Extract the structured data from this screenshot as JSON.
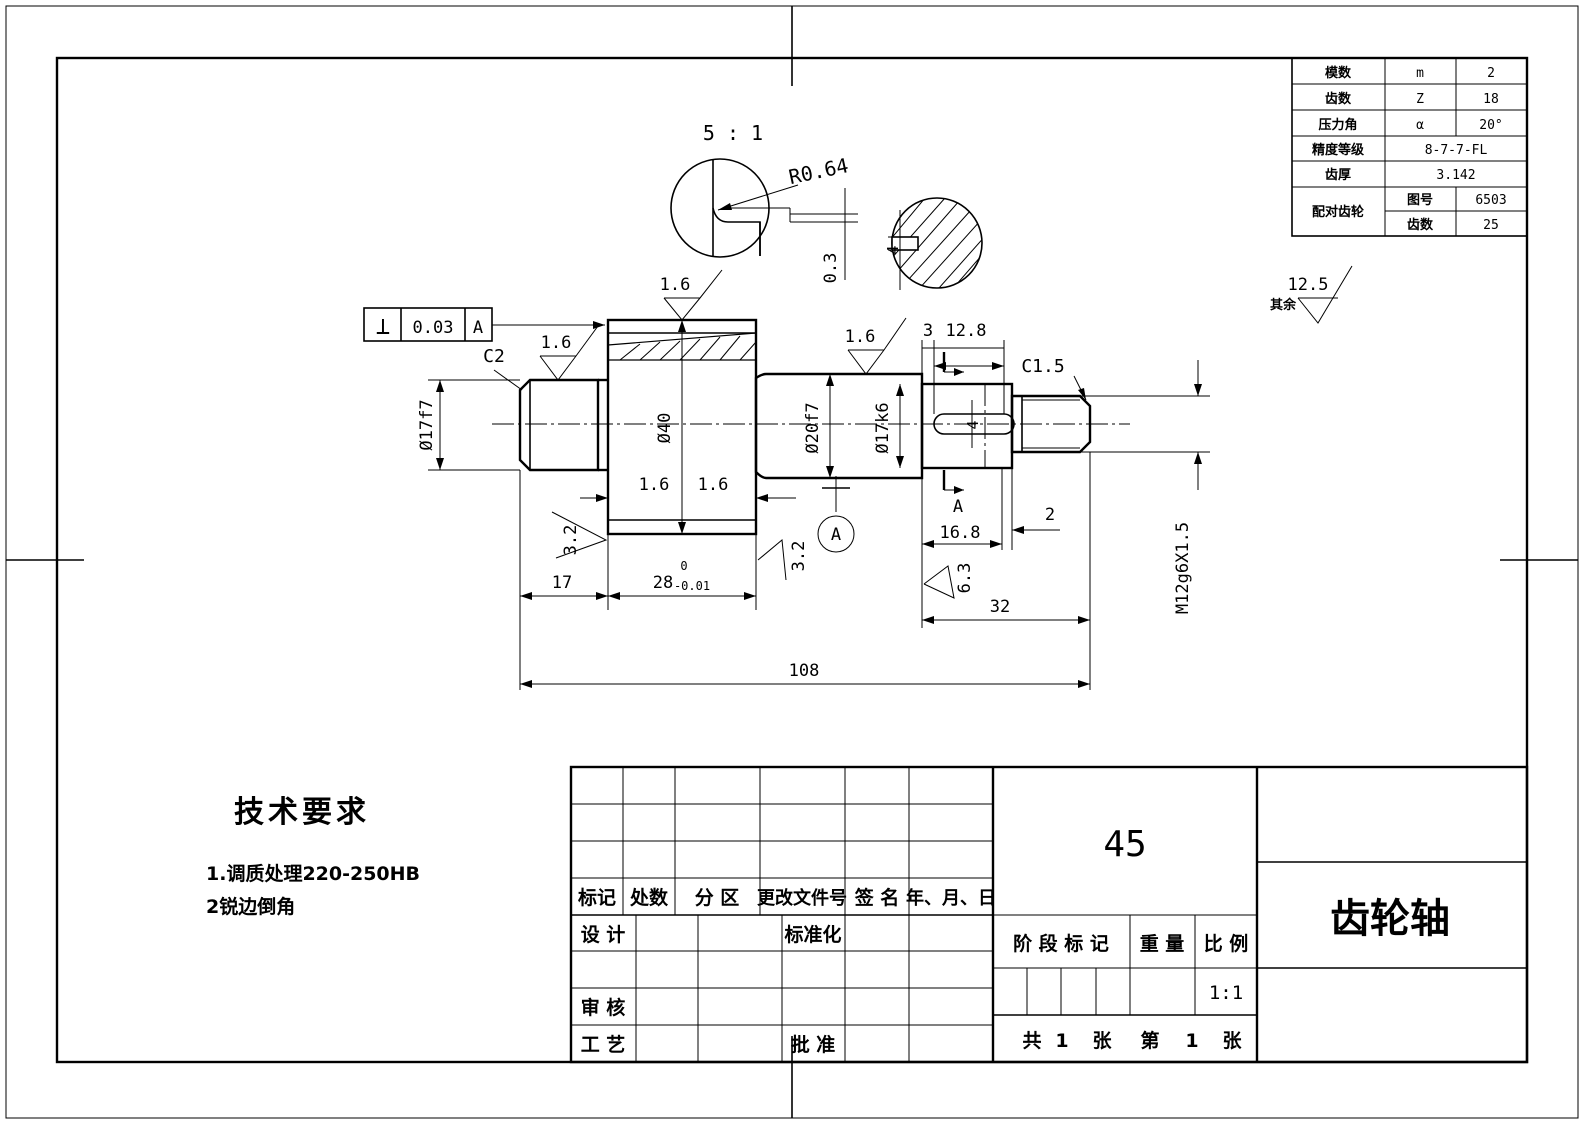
{
  "gear_params": {
    "rows": [
      {
        "name": "模数",
        "symbol": "m",
        "value": "2"
      },
      {
        "name": "齿数",
        "symbol": "Z",
        "value": "18"
      },
      {
        "name": "压力角",
        "symbol": "α",
        "value": "20°"
      },
      {
        "name": "精度等级",
        "value": "8-7-7-FL"
      },
      {
        "name": "齿厚",
        "value": "3.142"
      }
    ],
    "mating": {
      "label": "配对齿轮",
      "drawing_no_label": "图号",
      "drawing_no": "6503",
      "teeth_label": "齿数",
      "teeth": "25"
    }
  },
  "roughness_default": {
    "value": "12.5",
    "note": "其余"
  },
  "detail_view": {
    "scale": "5 : 1",
    "radius": "R0.64",
    "depth": "0.3"
  },
  "section": {
    "keyway_width": "4"
  },
  "geometric_tolerance": {
    "symbol": "⊥",
    "value": "0.03",
    "datum": "A"
  },
  "annotations": {
    "r_top": "1.6",
    "r_left": "1.6",
    "r_mid": "1.6",
    "r_g1": "1.6",
    "r_g2": "1.6",
    "r_32a": "3.2",
    "r_32b": "3.2",
    "r_63": "6.3",
    "chamfer_left": "C2",
    "chamfer_right": "C1.5",
    "dia_left": "Ø17f7",
    "dia_gear": "Ø40",
    "dia_mid": "Ø20f7",
    "dia_right": "Ø17k6",
    "thread": "M12g6X1.5",
    "dim_17": "17",
    "dim_28": "28",
    "dim_28_upper": "0",
    "dim_28_lower": "-0.01",
    "dim_108": "108",
    "dim_32": "32",
    "dim_168": "16.8",
    "dim_2": "2",
    "dim_3": "3",
    "dim_128": "12.8",
    "dim_key": "4",
    "section_mark": "A",
    "datum_label": "A"
  },
  "tech_req": {
    "title": "技术要求",
    "items": [
      "1.调质处理220-250HB",
      "2锐边倒角"
    ]
  },
  "title_block": {
    "material": "45",
    "part_name": "齿轮轴",
    "headers": [
      "标记",
      "处数",
      "分 区",
      "更改文件号",
      "签 名",
      "年、月、日"
    ],
    "design": "设 计",
    "standardize": "标准化",
    "review": "审 核",
    "process": "工 艺",
    "approve": "批 准",
    "stage_mark": "阶 段 标 记",
    "weight": "重 量",
    "scale_label": "比 例",
    "scale": "1:1",
    "sheet_total_label": "共",
    "sheet_total": "1",
    "sheet_unit": "张",
    "sheet_no_label": "第",
    "sheet_no": "1",
    "sheet_unit2": "张"
  }
}
